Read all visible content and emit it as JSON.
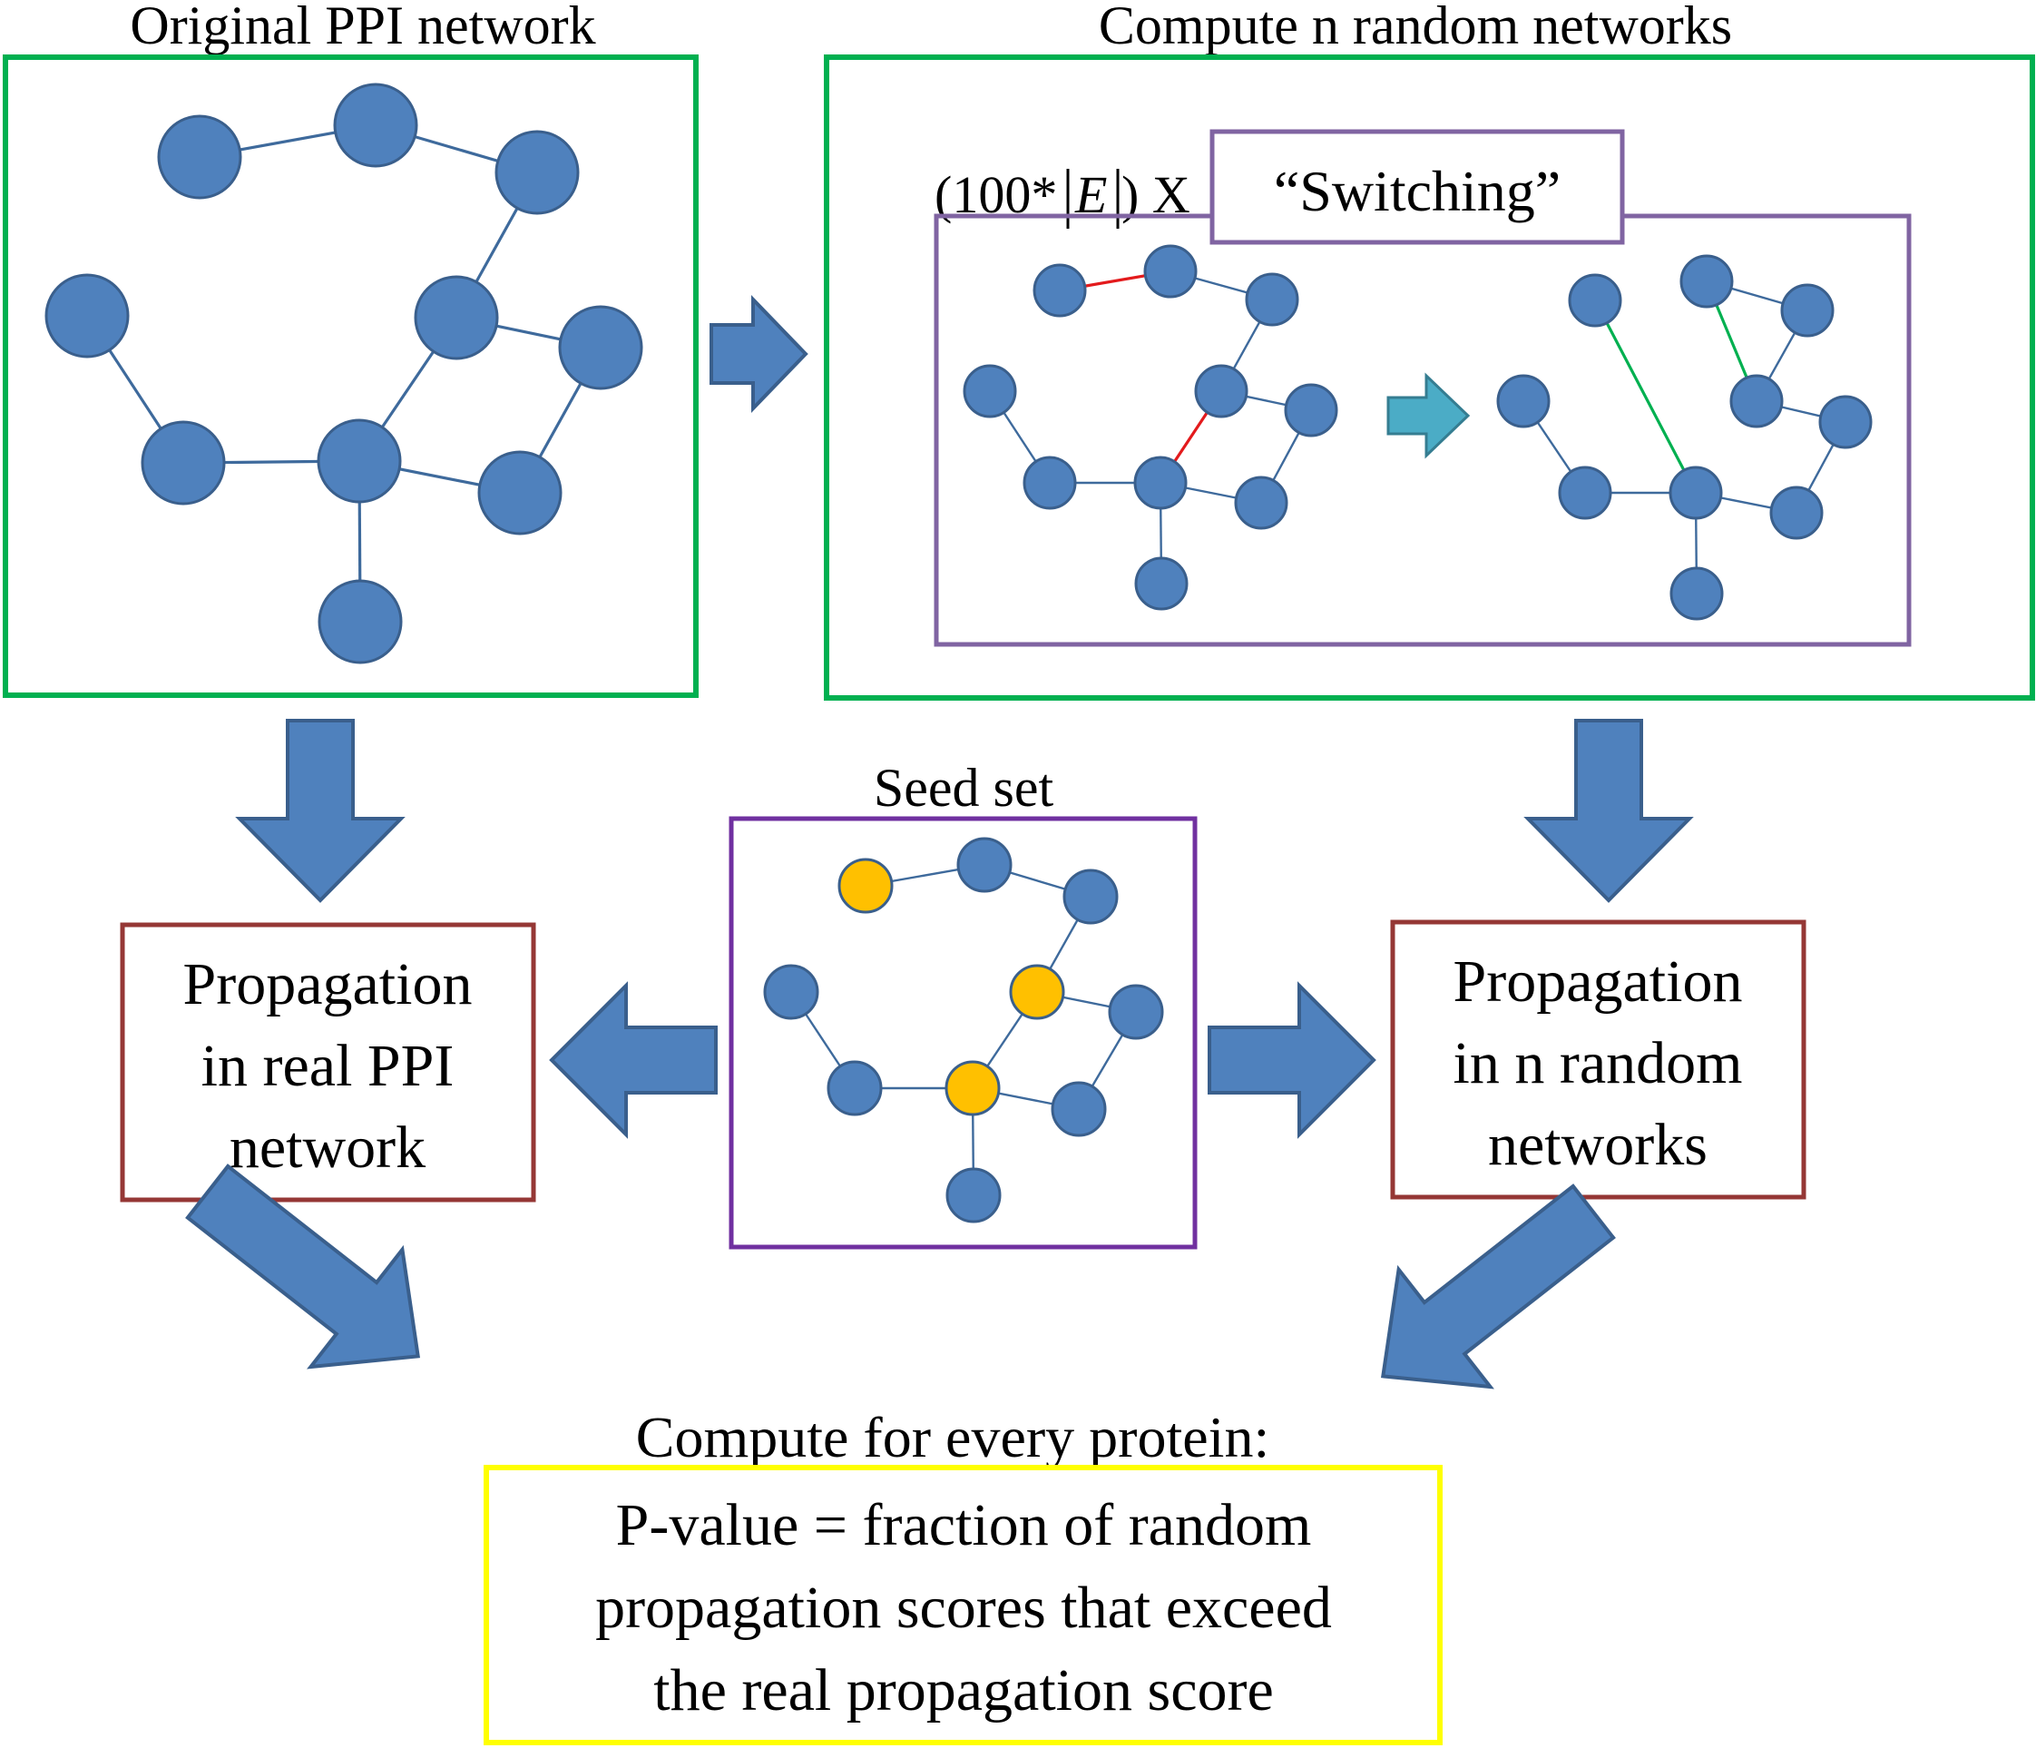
{
  "titles": {
    "original": "Original PPI network",
    "random": "Compute n random networks",
    "seed": "Seed set",
    "compute": "Compute for every protein:"
  },
  "switching": {
    "repeat_prefix": "(100*",
    "repeat_var": "E",
    "repeat_suffix": ") X",
    "label": "“Switching”"
  },
  "boxes": {
    "real_propagation": [
      "Propagation",
      "in real PPI",
      "network"
    ],
    "random_propagation": [
      "Propagation",
      "in n random",
      "networks"
    ],
    "pvalue": [
      "P-value = fraction of random",
      "propagation scores that exceed",
      "the real propagation score"
    ]
  },
  "colors": {
    "node": "#4f81bd",
    "seed_node": "#ffc000",
    "network_frame": "#00b050",
    "switching_frame": "#8064a2",
    "seed_frame": "#7030a0",
    "propagation_frame": "#953735",
    "result_frame": "#ffff00",
    "removed_edge": "#e31a1c",
    "added_edge": "#00b050",
    "switch_arrow": "#4bacc6"
  }
}
